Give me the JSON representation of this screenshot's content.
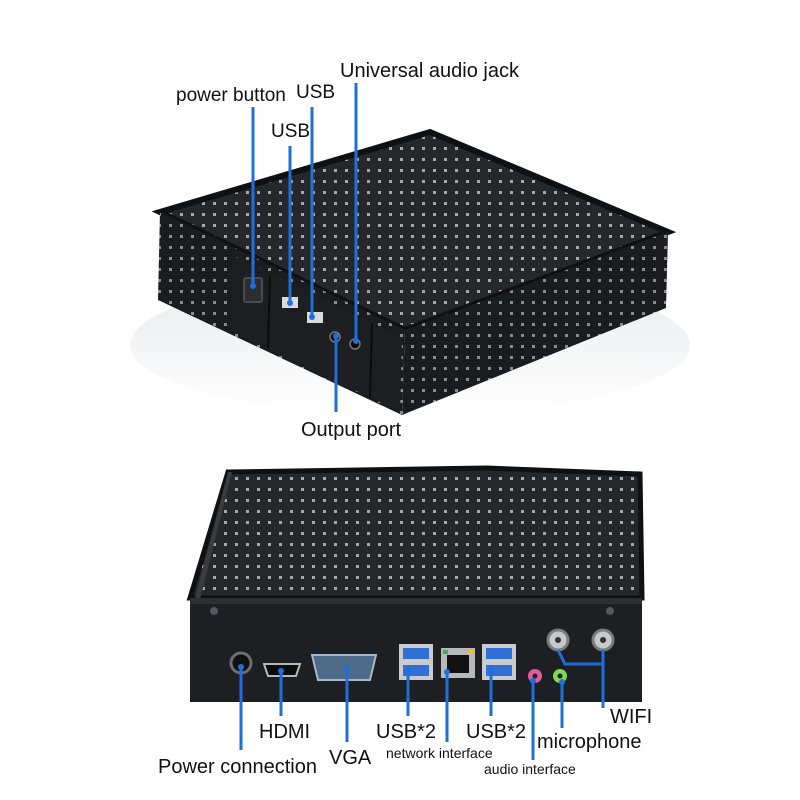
{
  "top_labels": {
    "power_button": "power button",
    "usb_a": "USB",
    "usb_b": "USB",
    "audio_jack": "Universal audio jack",
    "output_port": "Output port"
  },
  "bottom_labels": {
    "power_connection": "Power connection",
    "hdmi": "HDMI",
    "vga": "VGA",
    "usb2_left": "USB*2",
    "network": "network interface",
    "usb2_right": "USB*2",
    "audio_interface": "audio interface",
    "microphone": "microphone",
    "wifi": "WIFI"
  },
  "colors": {
    "callout": "#1e6fd9",
    "chassis": "#1c1d20",
    "background": "#ffffff"
  }
}
